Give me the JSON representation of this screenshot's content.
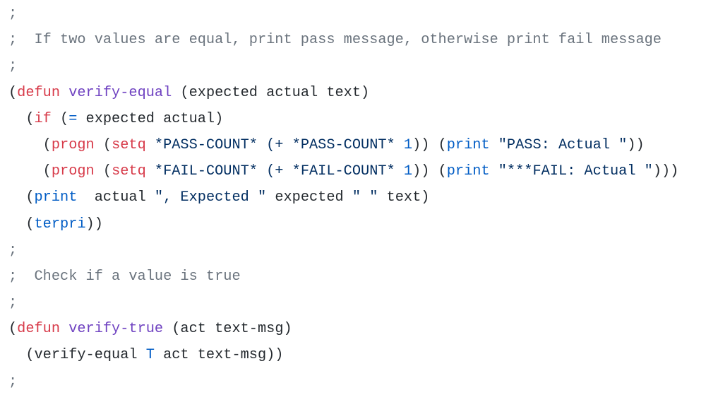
{
  "colors": {
    "comment": "#6a737d",
    "keyword": "#d73a49",
    "function_name": "#6f42c1",
    "builtin": "#005cc5",
    "string": "#032f62",
    "text": "#24292e"
  },
  "lines": [
    [
      {
        "t": "cm",
        "v": ";"
      }
    ],
    [
      {
        "t": "cm",
        "v": ";  If two values are equal, print pass message, otherwise print fail message"
      }
    ],
    [
      {
        "t": "cm",
        "v": ";"
      }
    ],
    [
      {
        "t": "tx",
        "v": "("
      },
      {
        "t": "kw",
        "v": "defun"
      },
      {
        "t": "tx",
        "v": " "
      },
      {
        "t": "fn",
        "v": "verify-equal"
      },
      {
        "t": "tx",
        "v": " (expected actual text)"
      }
    ],
    [
      {
        "t": "tx",
        "v": "  ("
      },
      {
        "t": "kw",
        "v": "if"
      },
      {
        "t": "tx",
        "v": " ("
      },
      {
        "t": "bi",
        "v": "="
      },
      {
        "t": "tx",
        "v": " expected actual)"
      }
    ],
    [
      {
        "t": "tx",
        "v": "    ("
      },
      {
        "t": "kw",
        "v": "progn"
      },
      {
        "t": "tx",
        "v": " ("
      },
      {
        "t": "kw",
        "v": "setq"
      },
      {
        "t": "st",
        "v": " *PASS-COUNT* (+ *PASS-COUNT* "
      },
      {
        "t": "nu",
        "v": "1"
      },
      {
        "t": "tx",
        "v": ")) ("
      },
      {
        "t": "bi",
        "v": "print"
      },
      {
        "t": "st",
        "v": " \"PASS: Actual \""
      },
      {
        "t": "tx",
        "v": "))"
      }
    ],
    [
      {
        "t": "tx",
        "v": "    ("
      },
      {
        "t": "kw",
        "v": "progn"
      },
      {
        "t": "tx",
        "v": " ("
      },
      {
        "t": "kw",
        "v": "setq"
      },
      {
        "t": "st",
        "v": " *FAIL-COUNT* (+ *FAIL-COUNT* "
      },
      {
        "t": "nu",
        "v": "1"
      },
      {
        "t": "tx",
        "v": ")) ("
      },
      {
        "t": "bi",
        "v": "print"
      },
      {
        "t": "st",
        "v": " \"***FAIL: Actual \""
      },
      {
        "t": "tx",
        "v": ")))"
      }
    ],
    [
      {
        "t": "tx",
        "v": "  ("
      },
      {
        "t": "bi",
        "v": "print"
      },
      {
        "t": "tx",
        "v": "  actual "
      },
      {
        "t": "st",
        "v": "\", Expected \""
      },
      {
        "t": "tx",
        "v": " expected "
      },
      {
        "t": "st",
        "v": "\" \""
      },
      {
        "t": "tx",
        "v": " text)"
      }
    ],
    [
      {
        "t": "tx",
        "v": "  ("
      },
      {
        "t": "bi",
        "v": "terpri"
      },
      {
        "t": "tx",
        "v": "))"
      }
    ],
    [
      {
        "t": "cm",
        "v": ";"
      }
    ],
    [
      {
        "t": "cm",
        "v": ";  Check if a value is true"
      }
    ],
    [
      {
        "t": "cm",
        "v": ";"
      }
    ],
    [
      {
        "t": "tx",
        "v": "("
      },
      {
        "t": "kw",
        "v": "defun"
      },
      {
        "t": "tx",
        "v": " "
      },
      {
        "t": "fn",
        "v": "verify-true"
      },
      {
        "t": "tx",
        "v": " (act text-msg)"
      }
    ],
    [
      {
        "t": "tx",
        "v": "  (verify-equal "
      },
      {
        "t": "bi",
        "v": "T"
      },
      {
        "t": "tx",
        "v": " act text-msg))"
      }
    ],
    [
      {
        "t": "cm",
        "v": ";"
      }
    ]
  ]
}
